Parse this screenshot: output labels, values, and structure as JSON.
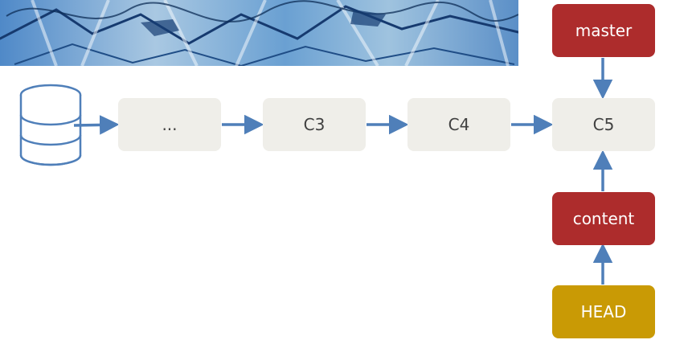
{
  "graph": {
    "commits": [
      {
        "label": "..."
      },
      {
        "label": "C3"
      },
      {
        "label": "C4"
      },
      {
        "label": "C5"
      }
    ],
    "refs": {
      "master": "master",
      "content": "content",
      "head": "HEAD"
    }
  },
  "colors": {
    "arrow": "#4f7fb9",
    "commit_fill": "#efeee9",
    "branch_fill": "#ad2c2c",
    "head_fill": "#c99a05"
  },
  "icons": {
    "repository": "database-icon",
    "banner": "sketch-image"
  }
}
